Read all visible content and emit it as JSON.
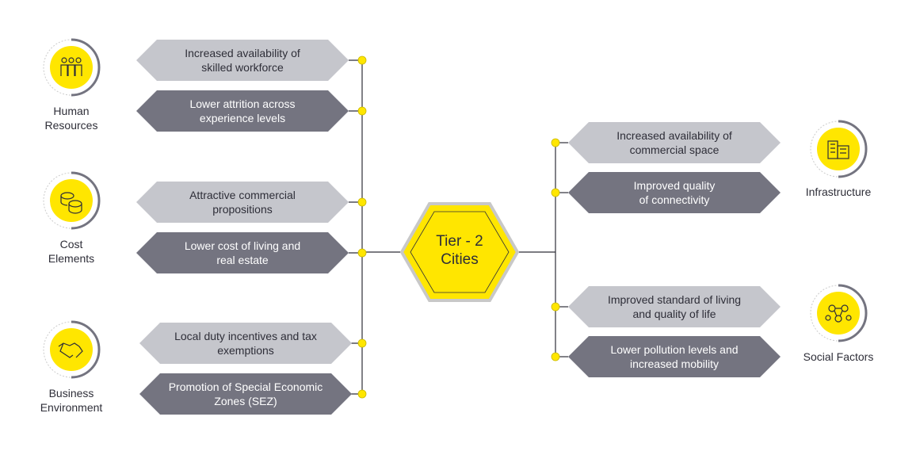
{
  "center": {
    "line1": "Tier - 2",
    "line2": "Cities"
  },
  "left_categories": [
    {
      "label_1": "Human",
      "label_2": "Resources",
      "icon": "people-icon"
    },
    {
      "label_1": "Cost",
      "label_2": "Elements",
      "icon": "coins-icon"
    },
    {
      "label_1": "Business",
      "label_2": "Environment",
      "icon": "handshake-icon"
    }
  ],
  "right_categories": [
    {
      "label": "Infrastructure",
      "icon": "buildings-icon"
    },
    {
      "label": "Social Factors",
      "icon": "network-people-icon"
    }
  ],
  "left_items": [
    {
      "line1": "Increased availability of",
      "line2": "skilled workforce"
    },
    {
      "line1": "Lower attrition across",
      "line2": "experience levels"
    },
    {
      "line1": "Attractive commercial",
      "line2": "propositions"
    },
    {
      "line1": "Lower cost of living and",
      "line2": "real estate"
    },
    {
      "line1": "Local duty incentives and tax",
      "line2": "exemptions"
    },
    {
      "line1": "Promotion of Special Economic",
      "line2": "Zones (SEZ)"
    }
  ],
  "right_items": [
    {
      "line1": "Increased availability of",
      "line2": "commercial space"
    },
    {
      "line1": "Improved quality",
      "line2": "of connectivity"
    },
    {
      "line1": "Improved standard of living",
      "line2": "and quality of life"
    },
    {
      "line1": "Lower pollution levels and",
      "line2": "increased mobility"
    }
  ],
  "colors": {
    "yellow": "#ffe600",
    "light": "#c5c6cc",
    "dark": "#747480",
    "text": "#2e2e38"
  }
}
